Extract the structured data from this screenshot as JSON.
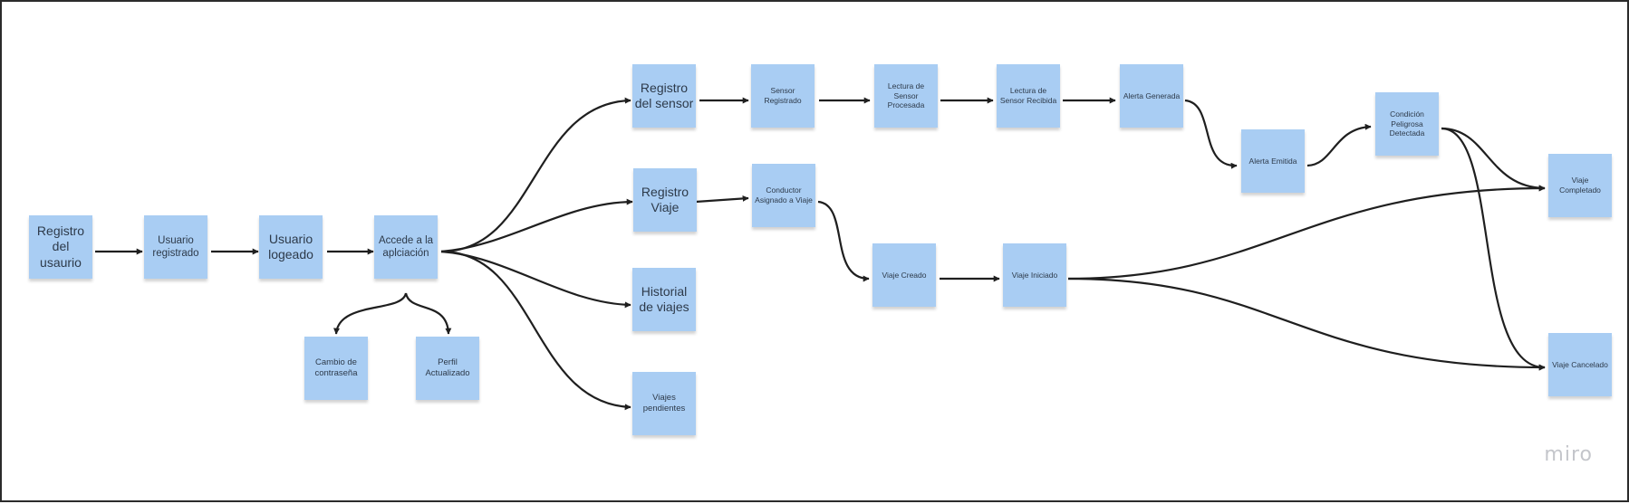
{
  "board": {
    "brand": "miro",
    "sticky_color": "#a9cdf3",
    "edge_color": "#1f1f1f",
    "frame_color": "#2b2b2b"
  },
  "notes": {
    "registro_usuario": "Registro del usaurio",
    "usuario_registrado": "Usuario registrado",
    "usuario_logeado": "Usuario logeado",
    "accede_app": "Accede a la aplciación",
    "cambio_contrasena": "Cambio de contraseña",
    "perfil_actualizado": "Perfil Actualizado",
    "registro_sensor": "Registro del sensor",
    "registro_viaje": "Registro Viaje",
    "historial_viajes": "Historial de viajes",
    "viajes_pendientes": "Viajes pendientes",
    "sensor_registrado": "Sensor Registrado",
    "lectura_procesada": "Lectura de Sensor Procesada",
    "lectura_recibida": "Lectura de Sensor Recibida",
    "alerta_generada": "Alerta Generada",
    "alerta_emitida": "Alerta Emitida",
    "condicion_peligrosa": "Condición Peligrosa Detectada",
    "conductor_asignado": "Conductor Asignado a Viaje",
    "viaje_creado": "Viaje Creado",
    "viaje_iniciado": "Viaje Iniciado",
    "viaje_completado": "Viaje Completado",
    "viaje_cancelado": "Viaje Cancelado"
  }
}
